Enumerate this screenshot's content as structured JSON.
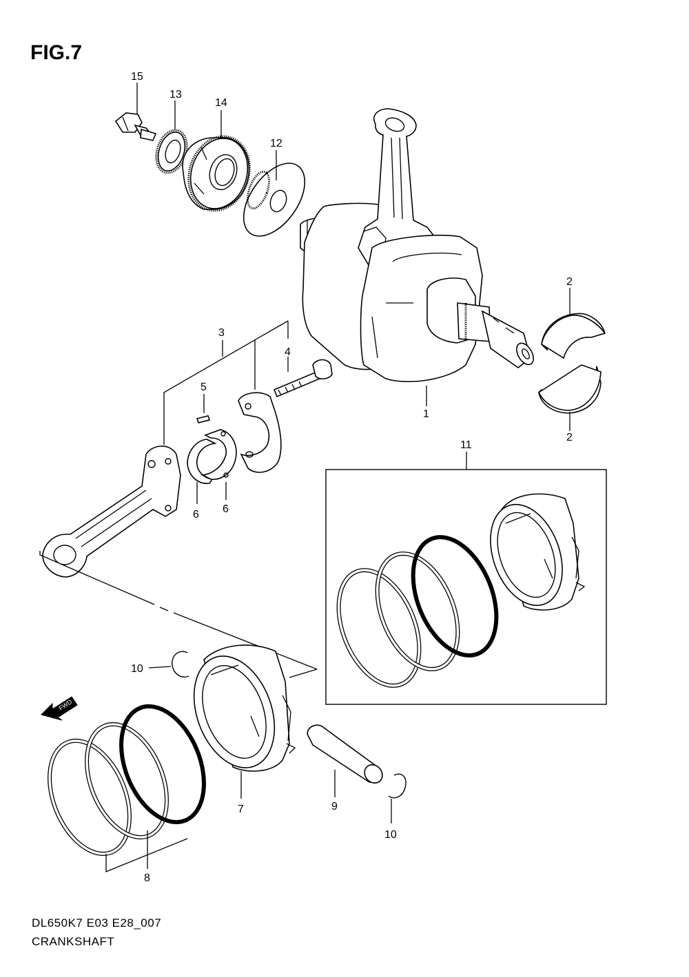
{
  "figure": {
    "title": "FIG.7",
    "model_code": "DL650K7 E03 E28_007",
    "section_name": "CRANKSHAFT"
  },
  "callouts": [
    {
      "id": "c15",
      "label": "15"
    },
    {
      "id": "c13",
      "label": "13"
    },
    {
      "id": "c14",
      "label": "14"
    },
    {
      "id": "c12",
      "label": "12"
    },
    {
      "id": "c2a",
      "label": "2"
    },
    {
      "id": "c2b",
      "label": "2"
    },
    {
      "id": "c1",
      "label": "1"
    },
    {
      "id": "c3",
      "label": "3"
    },
    {
      "id": "c4",
      "label": "4"
    },
    {
      "id": "c5",
      "label": "5"
    },
    {
      "id": "c6a",
      "label": "6"
    },
    {
      "id": "c6b",
      "label": "6"
    },
    {
      "id": "c11",
      "label": "11"
    },
    {
      "id": "c10a",
      "label": "10"
    },
    {
      "id": "c10b",
      "label": "10"
    },
    {
      "id": "c7",
      "label": "7"
    },
    {
      "id": "c9",
      "label": "9"
    },
    {
      "id": "c8",
      "label": "8"
    }
  ],
  "fwd_arrow": {
    "label": "FWD"
  }
}
